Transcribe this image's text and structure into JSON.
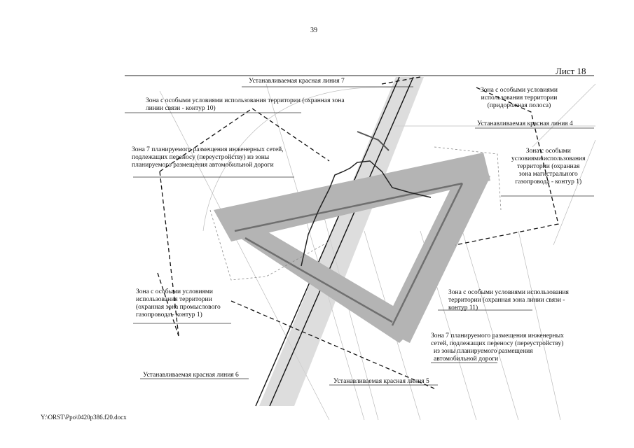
{
  "page": {
    "page_number": "39",
    "sheet_label": "Лист 18",
    "footer_path": "Y:\\ORST\\Ppo\\0420p386.f20.docx"
  },
  "map": {
    "labels": {
      "red_line_7": "Устанавливаемая красная линия 7",
      "zone_comm_10": [
        "Зона с особыми условиями использования территории (охранная зона",
        "линии связи - контур 10)"
      ],
      "zone_roadside": [
        "Зона с особыми условиями",
        "использования территории",
        "(придорожная полоса)"
      ],
      "red_line_4": "Устанавливаемая красная линия 4",
      "zone7_left": [
        "Зона 7 планируемого размещения инженерных сетей,",
        "подлежащих переносу (переустройству) из зоны",
        "планируемого размещения автомобильной дороги"
      ],
      "zone_gas_main": [
        "Зона с особыми",
        "условиями использования",
        "территории (охранная",
        "зона магистрального",
        "газопровода - контур 1)"
      ],
      "zone_gas_field": [
        "Зона с особыми условиями",
        "использования территории",
        "(охранная зона промыслового",
        "газопровода - контур 1)"
      ],
      "zone_comm_11": [
        "Зона с особыми условиями использования",
        "территории (охранная зона линии связи -",
        "контур 11)"
      ],
      "zone7_right": [
        "Зона 7 планируемого размещения инженерных",
        "сетей, подлежащих переносу (переустройству)",
        "из зоны планируемого размещения",
        "автомобильной дороги"
      ],
      "red_line_6": "Устанавливаемая красная линия 6",
      "red_line_5": "Устанавливаемая красная линия 5"
    },
    "colors": {
      "zone_fill": "#b4b4b4",
      "zone_dark": "#7a7a7a",
      "road_fill": "#d2d2d2",
      "line": "#222222"
    }
  }
}
